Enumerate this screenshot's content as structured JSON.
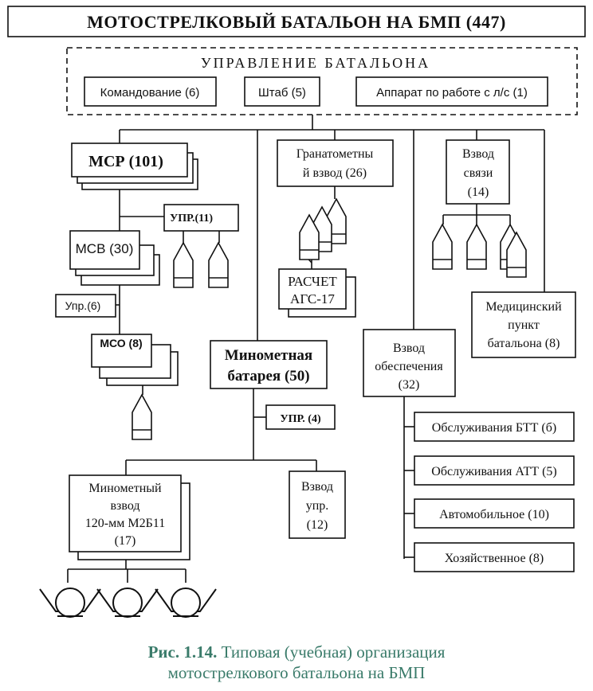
{
  "title": "МОТОСТРЕЛКОВЫЙ БАТАЛЬОН НА БМП (447)",
  "management": {
    "heading": "УПРАВЛЕНИЕ БАТАЛЬОНА",
    "command": "Командование (6)",
    "staff": "Штаб (5)",
    "personnel": "Аппарат по работе с л/с (1)"
  },
  "msr": {
    "label": "МСР (101)",
    "upr": "УПР.(11)",
    "msv": "МСВ (30)",
    "msv_upr": "Упр.(6)",
    "mso": "МСО (8)"
  },
  "grenade_platoon": {
    "line1": "Гранатометны",
    "line2": "й взвод (26)",
    "crew_line1": "РАСЧЕТ",
    "crew_line2": "АГС-17"
  },
  "signal_platoon": {
    "line1": "Взвод",
    "line2": "связи",
    "line3": "(14)"
  },
  "medical": {
    "line1": "Медицинский",
    "line2": "пункт",
    "line3": "батальона (8)"
  },
  "mortar_battery": {
    "line1": "Минометная",
    "line2": "батарея (50)",
    "upr": "УПР. (4)",
    "platoon_line1": "Минометный",
    "platoon_line2": "взвод",
    "platoon_line3": "120-мм М2Б11",
    "platoon_line4": "(17)",
    "control_line1": "Взвод",
    "control_line2": "упр.",
    "control_line3": "(12)"
  },
  "support_platoon": {
    "line1": "Взвод",
    "line2": "обеспечения",
    "line3": "(32)",
    "sections": [
      "Обслуживания БТТ (б)",
      "Обслуживания АТТ (5)",
      "Автомобильное (10)",
      "Хозяйственное (8)"
    ]
  },
  "caption": {
    "bold": "Рис. 1.14.",
    "line1_rest": " Типовая (учебная) организация",
    "line2": "мотострелкового батальона на БМП"
  }
}
